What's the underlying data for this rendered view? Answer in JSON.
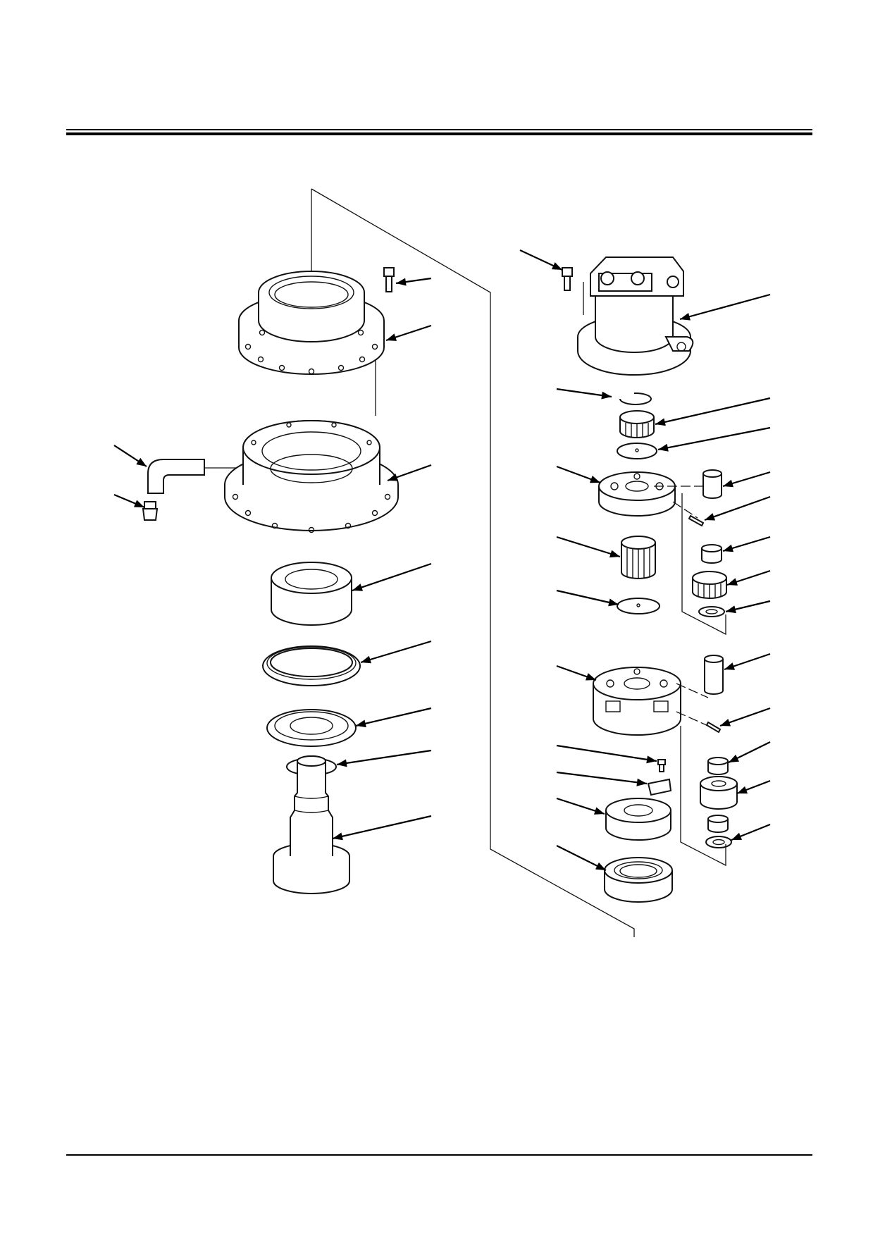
{
  "document": {
    "type": "exploded-parts-diagram",
    "colors": {
      "ink": "#111111",
      "paper": "#ffffff"
    },
    "parts": [
      {
        "id": "housing-ring"
      },
      {
        "id": "ring-gear-case"
      },
      {
        "id": "lube-pipe"
      },
      {
        "id": "grease-nipple"
      },
      {
        "id": "taper-bearing"
      },
      {
        "id": "oil-seal-ring"
      },
      {
        "id": "retainer-plate"
      },
      {
        "id": "o-ring"
      },
      {
        "id": "drive-shaft"
      },
      {
        "id": "socket-bolt"
      },
      {
        "id": "swing-motor"
      },
      {
        "id": "snap-ring"
      },
      {
        "id": "sun-gear-1"
      },
      {
        "id": "thrust-washer-1"
      },
      {
        "id": "carrier-1"
      },
      {
        "id": "pin-1"
      },
      {
        "id": "spring-pin-1"
      },
      {
        "id": "needle-bearing-1"
      },
      {
        "id": "planet-gear-1"
      },
      {
        "id": "thrust-plate-1"
      },
      {
        "id": "sun-gear-2"
      },
      {
        "id": "thrust-washer-2"
      },
      {
        "id": "carrier-2"
      },
      {
        "id": "pin-2"
      },
      {
        "id": "spring-pin-2"
      },
      {
        "id": "needle-bearing-2"
      },
      {
        "id": "planet-gear-2"
      },
      {
        "id": "thrust-plate-2"
      },
      {
        "id": "lock-bolt"
      },
      {
        "id": "lock-plate"
      },
      {
        "id": "nut-ring"
      },
      {
        "id": "roller-bearing"
      }
    ]
  }
}
